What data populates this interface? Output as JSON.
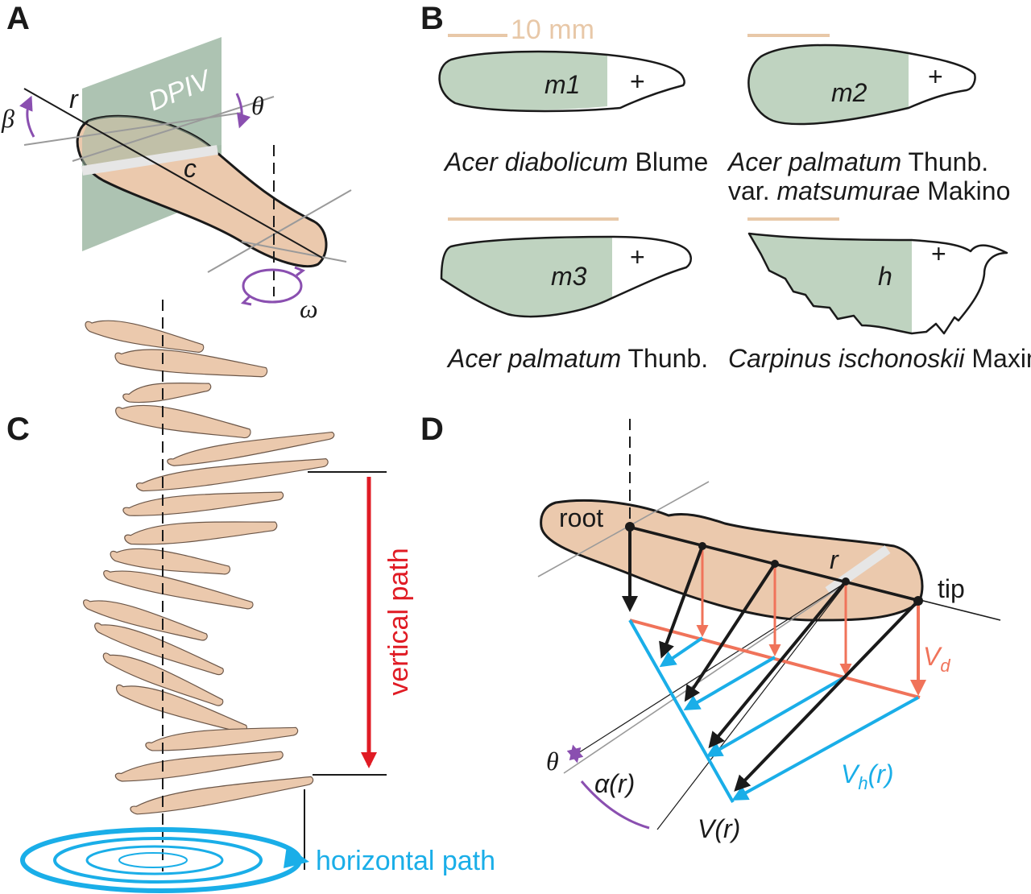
{
  "panels": {
    "a": "A",
    "b": "B",
    "c": "C",
    "d": "D"
  },
  "panel_a": {
    "dpiv": "DPIV",
    "r": "r",
    "c": "c",
    "beta": "β",
    "theta": "θ",
    "omega": "ω"
  },
  "panel_b": {
    "scale": "10 mm",
    "plus": "+",
    "samples": [
      {
        "code": "m1",
        "genus": "Acer",
        "epithet": "diabolicum",
        "author": "Blume",
        "line2_prefix": "",
        "line2_italic": "",
        "line2_author": ""
      },
      {
        "code": "m2",
        "genus": "Acer",
        "epithet": "palmatum",
        "author": "Thunb.",
        "line2_prefix": "var.",
        "line2_italic": "matsumurae",
        "line2_author": "Makino"
      },
      {
        "code": "m3",
        "genus": "Acer",
        "epithet": "palmatum",
        "author": "Thunb.",
        "line2_prefix": "",
        "line2_italic": "",
        "line2_author": ""
      },
      {
        "code": "h",
        "genus": "Carpinus",
        "epithet": "ischonoskii",
        "author": "Maxim.",
        "line2_prefix": "",
        "line2_italic": "",
        "line2_author": ""
      }
    ]
  },
  "panel_c": {
    "vertical_path": "vertical path",
    "horizontal_path": "horizontal path"
  },
  "panel_d": {
    "root": "root",
    "tip": "tip",
    "r": "r",
    "vd": "V",
    "vd_sub": "d",
    "vh": "V",
    "vh_sub": "h",
    "vh_arg": "(r)",
    "v": "V(r)",
    "alpha": "α(r)",
    "theta": "θ"
  },
  "colors": {
    "wing_fill": "#ebc9ad",
    "seed_fill": "#bfd3c0",
    "dpiv_plane": "#9fb8a4",
    "vertical_red": "#e01b24",
    "descent_orange": "#f0735a",
    "horizontal_blue": "#1aaee8",
    "angle_purple": "#8a4fb0",
    "scale_tan": "#e8c8a8"
  }
}
